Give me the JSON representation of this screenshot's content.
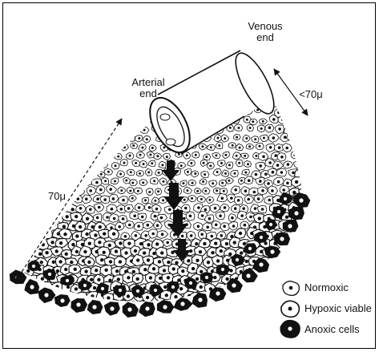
{
  "labels": {
    "venous_end": [
      "Venous",
      "end"
    ],
    "arterial_end": [
      "Arterial",
      "end"
    ],
    "distance_short": "<70μ",
    "distance_long": "70μ"
  },
  "legend": [
    {
      "label": "Normoxic",
      "icon": "normoxic-cell-icon",
      "fill": "#ffffff"
    },
    {
      "label": "Hypoxic viable",
      "icon": "hypoxic-viable-cell-icon",
      "fill": "#ffffff"
    },
    {
      "label": "Anoxic cells",
      "icon": "anoxic-cell-icon",
      "fill": "#111111"
    }
  ],
  "colors": {
    "line": "#111111",
    "paper": "#ffffff",
    "anoxic": "#111111"
  }
}
